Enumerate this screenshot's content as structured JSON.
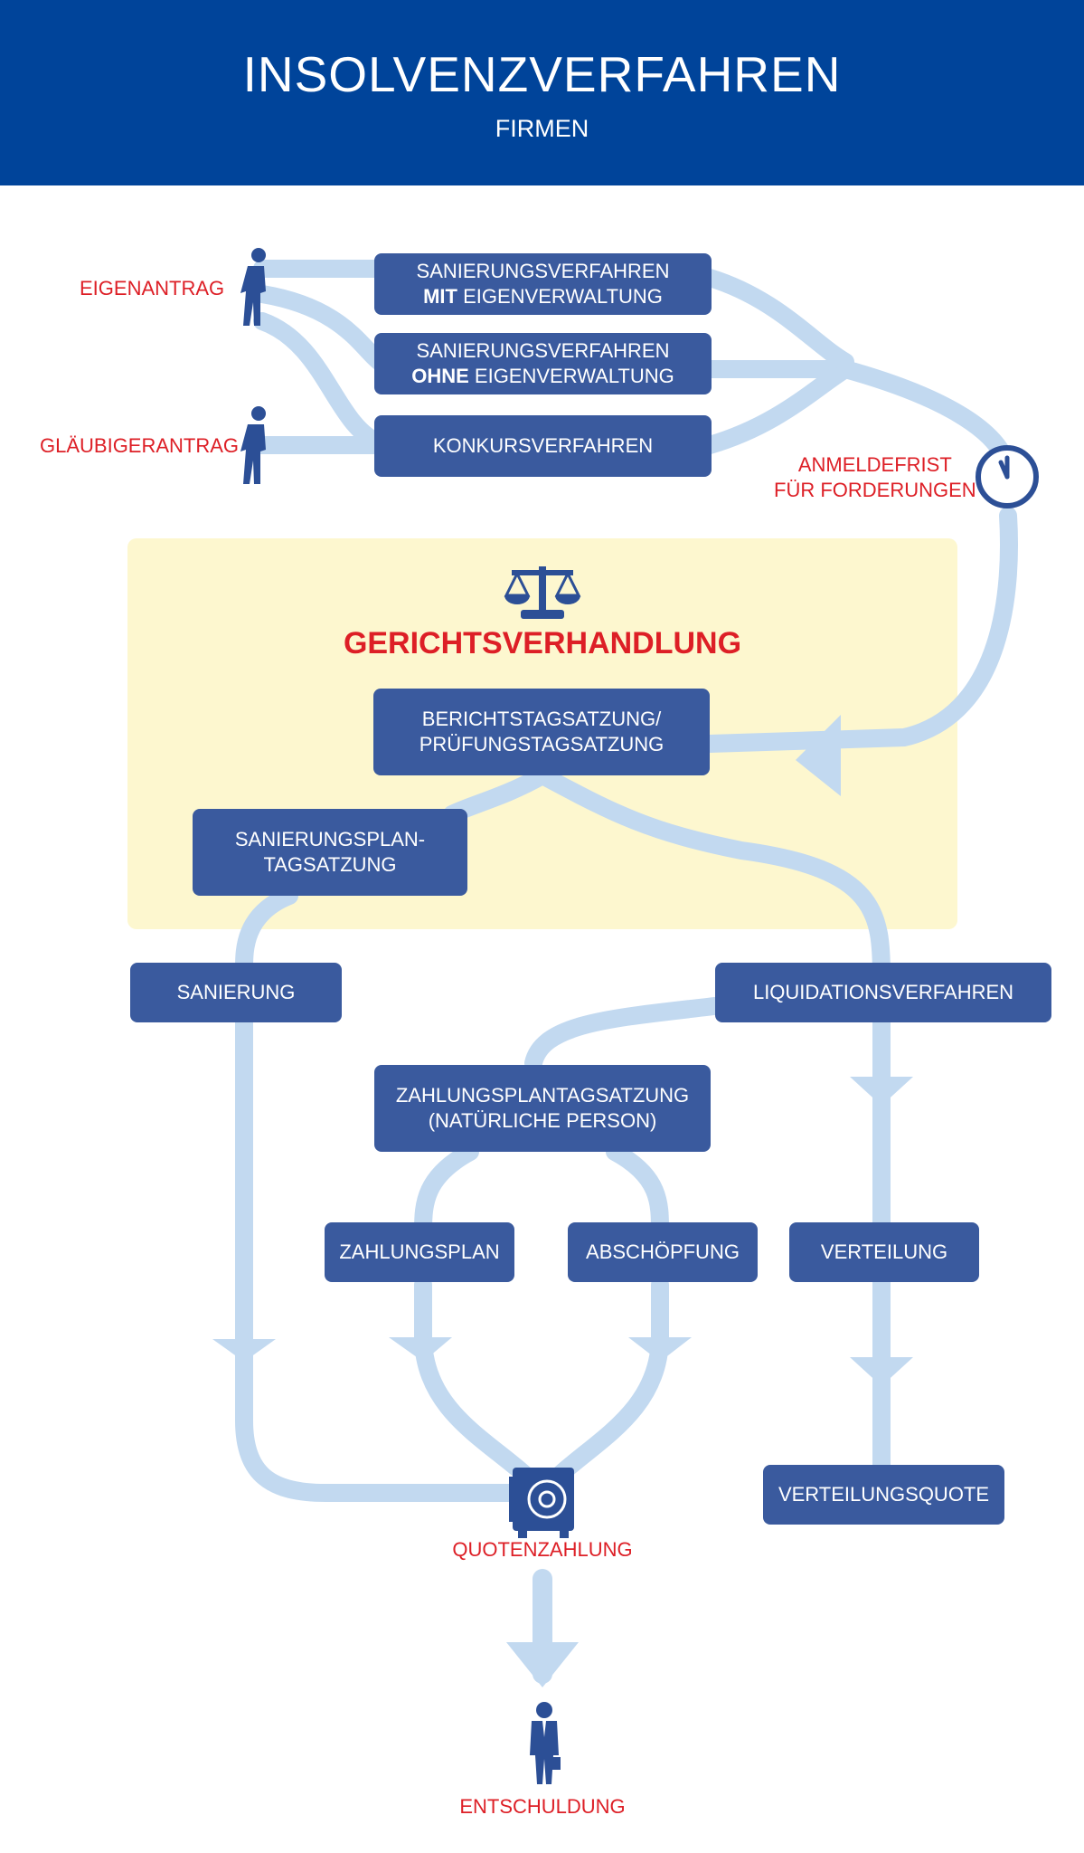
{
  "header": {
    "title": "INSOLVENZVERFAHREN",
    "subtitle": "FIRMEN"
  },
  "labels": {
    "eigenantrag": "EIGENANTRAG",
    "glaeubigerantrag": "GLÄUBIGERANTRAG",
    "anmeldefrist_1": "ANMELDEFRIST",
    "anmeldefrist_2": "FÜR FORDERUNGEN",
    "gerichtsverhandlung": "GERICHTSVERHANDLUNG",
    "quotenzahlung": "QUOTENZAHLUNG",
    "entschuldung": "ENTSCHULDUNG"
  },
  "boxes": {
    "sanierung_mit_1": "SANIERUNGSVERFAHREN",
    "sanierung_mit_2a": "MIT",
    "sanierung_mit_2b": " EIGENVERWALTUNG",
    "sanierung_ohne_1": "SANIERUNGSVERFAHREN",
    "sanierung_ohne_2a": "OHNE",
    "sanierung_ohne_2b": " EIGENVERWALTUNG",
    "konkurs": "KONKURSVERFAHREN",
    "bericht_1": "BERICHTSTAGSATZUNG/",
    "bericht_2": "PRÜFUNGSTAGSATZUNG",
    "sanplan_1": "SANIERUNGSPLAN-",
    "sanplan_2": "TAGSATZUNG",
    "sanierung": "SANIERUNG",
    "liquidation": "LIQUIDATIONSVERFAHREN",
    "zahlungsplantag_1": "ZAHLUNGSPLANTAGSATZUNG",
    "zahlungsplantag_2": "(NATÜRLICHE PERSON)",
    "zahlungsplan": "ZAHLUNGSPLAN",
    "abschoepfung": "ABSCHÖPFUNG",
    "verteilung": "VERTEILUNG",
    "verteilungsquote": "VERTEILUNGSQUOTE"
  },
  "colors": {
    "header": "#00449a",
    "box": "#3a5a9e",
    "flow": "#c2d9f0",
    "accent_red": "#dd1f26",
    "court_bg": "#fdf7cf"
  }
}
